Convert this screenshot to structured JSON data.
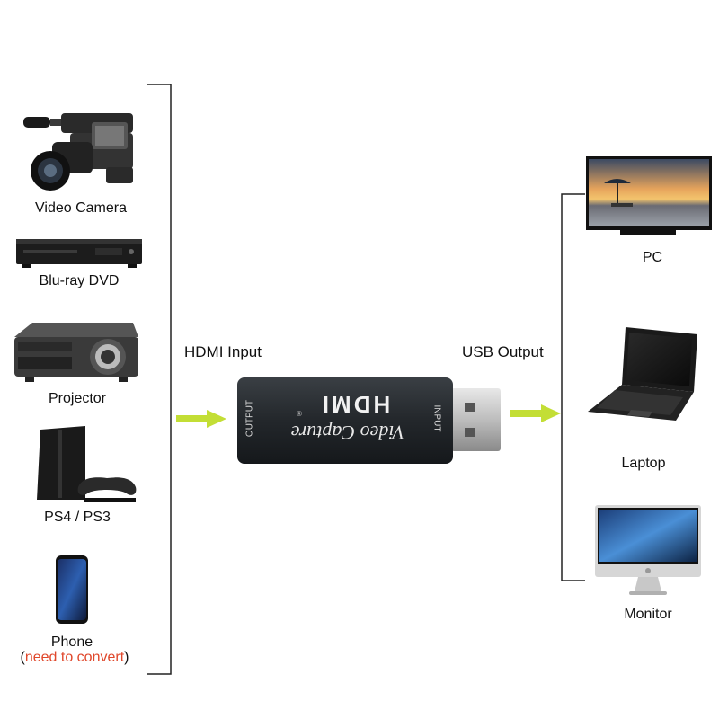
{
  "sources": {
    "video_camera": "Video Camera",
    "bluray": "Blu-ray DVD",
    "projector": "Projector",
    "ps": "PS4 / PS3",
    "phone": "Phone",
    "phone_note_open": "(",
    "phone_note": "need to convert",
    "phone_note_close": ")"
  },
  "headers": {
    "input": "HDMI Input",
    "output": "USB Output"
  },
  "device": {
    "brand": "HDMI",
    "name": "Video Capture",
    "port_left": "OUTPUT",
    "port_right": "INPUT",
    "reg": "®"
  },
  "targets": {
    "pc": "PC",
    "laptop": "Laptop",
    "monitor": "Monitor"
  },
  "colors": {
    "arrow": "#c3de35",
    "note": "#e0472b"
  }
}
